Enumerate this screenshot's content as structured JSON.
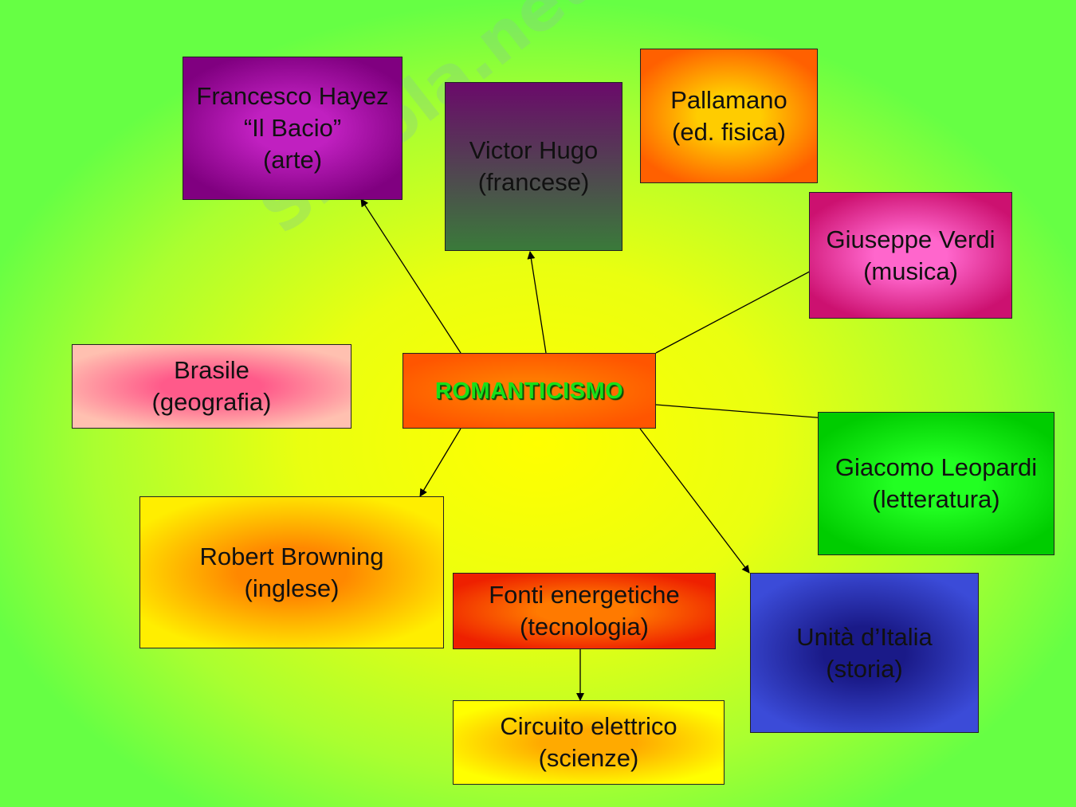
{
  "diagram": {
    "center": {
      "text": "ROMANTICISMO",
      "fill": "#ff7a00",
      "edge": "#ff5500"
    },
    "nodes": [
      {
        "id": "hayez",
        "text": "Francesco Hayez\n“Il Bacio”\n(arte)",
        "fill": "#c020c0",
        "edge": "#800080"
      },
      {
        "id": "hugo",
        "text": "Victor Hugo\n(francese)",
        "fill_top": "#6a0a6a",
        "fill_bottom": "#3a7a3a"
      },
      {
        "id": "pallamano",
        "text": "Pallamano\n(ed. fisica)",
        "fill": "#ffcc00",
        "edge": "#ff6000"
      },
      {
        "id": "verdi",
        "text": "Giuseppe Verdi\n(musica)",
        "fill": "#ff66cc",
        "edge": "#cc1170"
      },
      {
        "id": "brasile",
        "text": "Brasile\n(geografia)",
        "fill": "#ff5a8a",
        "edge": "#ffc0b0"
      },
      {
        "id": "leopardi",
        "text": "Giacomo Leopardi\n(letteratura)",
        "fill": "#22ff22",
        "edge": "#00cc00"
      },
      {
        "id": "browning",
        "text": "Robert Browning\n(inglese)",
        "fill": "#ff8800",
        "edge": "#ffee00"
      },
      {
        "id": "fonti",
        "text": "Fonti energetiche\n(tecnologia)",
        "fill": "#ff7a00",
        "edge": "#ee2000"
      },
      {
        "id": "unita",
        "text": "Unità d’Italia\n(storia)",
        "fill": "#1a1a88",
        "edge": "#3b4bd8"
      },
      {
        "id": "circuito",
        "text": "Circuito elettrico\n(scienze)",
        "fill": "#ffaa00",
        "edge": "#ffff00"
      }
    ],
    "watermark": "Skuola.net"
  }
}
